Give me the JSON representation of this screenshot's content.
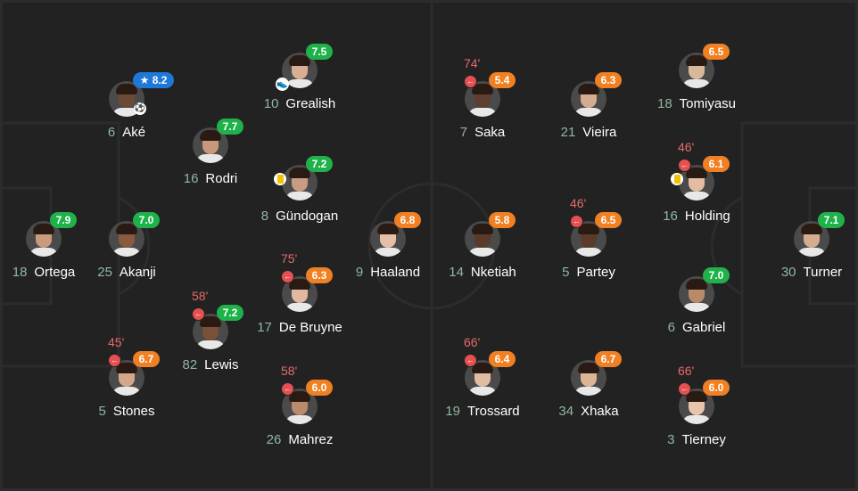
{
  "pitch": {
    "line_color": "#2c2c2c",
    "bg_color": "#222222"
  },
  "home": [
    {
      "num": "18",
      "name": "Ortega",
      "rating": "7.9",
      "color": "green",
      "skin": "#c99a7c"
    },
    {
      "num": "6",
      "name": "Aké",
      "rating": "8.2",
      "color": "blue",
      "star": true,
      "event": "goal",
      "skin": "#6d4a36"
    },
    {
      "num": "25",
      "name": "Akanji",
      "rating": "7.0",
      "color": "green",
      "skin": "#8a5a40"
    },
    {
      "num": "5",
      "name": "Stones",
      "rating": "6.7",
      "color": "orange",
      "sub": "45'",
      "skin": "#d3a88a"
    },
    {
      "num": "16",
      "name": "Rodri",
      "rating": "7.7",
      "color": "green",
      "skin": "#c9987a"
    },
    {
      "num": "82",
      "name": "Lewis",
      "rating": "7.2",
      "color": "green",
      "sub": "58'",
      "skin": "#7a5038"
    },
    {
      "num": "10",
      "name": "Grealish",
      "rating": "7.5",
      "color": "green",
      "assist": true,
      "skin": "#d8ae92"
    },
    {
      "num": "8",
      "name": "Gündogan",
      "rating": "7.2",
      "color": "green",
      "yellow": true,
      "skin": "#c79c80"
    },
    {
      "num": "17",
      "name": "De Bruyne",
      "rating": "6.3",
      "color": "orange",
      "sub": "75'",
      "skin": "#e2b8a0"
    },
    {
      "num": "26",
      "name": "Mahrez",
      "rating": "6.0",
      "color": "orange",
      "sub": "58'",
      "skin": "#b98a6c"
    },
    {
      "num": "9",
      "name": "Haaland",
      "rating": "6.8",
      "color": "orange",
      "skin": "#e6c0a6"
    }
  ],
  "away": [
    {
      "num": "30",
      "name": "Turner",
      "rating": "7.1",
      "color": "green",
      "skin": "#d6ac90"
    },
    {
      "num": "18",
      "name": "Tomiyasu",
      "rating": "6.5",
      "color": "orange",
      "skin": "#d8b898"
    },
    {
      "num": "16",
      "name": "Holding",
      "rating": "6.1",
      "color": "orange",
      "sub": "46'",
      "yellow": true,
      "skin": "#e4bca2"
    },
    {
      "num": "6",
      "name": "Gabriel",
      "rating": "7.0",
      "color": "green",
      "skin": "#b98a6a"
    },
    {
      "num": "3",
      "name": "Tierney",
      "rating": "6.0",
      "color": "orange",
      "sub": "66'",
      "skin": "#e8c4aa"
    },
    {
      "num": "21",
      "name": "Vieira",
      "rating": "6.3",
      "color": "orange",
      "skin": "#d4ac90"
    },
    {
      "num": "5",
      "name": "Partey",
      "rating": "6.5",
      "color": "orange",
      "sub": "46'",
      "skin": "#5a3a28"
    },
    {
      "num": "34",
      "name": "Xhaka",
      "rating": "6.7",
      "color": "orange",
      "skin": "#dcb496"
    },
    {
      "num": "7",
      "name": "Saka",
      "rating": "5.4",
      "color": "orange",
      "sub": "74'",
      "skin": "#5e3e2c"
    },
    {
      "num": "14",
      "name": "Nketiah",
      "rating": "5.8",
      "color": "orange",
      "skin": "#5a3a2a"
    },
    {
      "num": "19",
      "name": "Trossard",
      "rating": "6.4",
      "color": "orange",
      "sub": "66'",
      "skin": "#e0bca2"
    }
  ],
  "icons": {
    "star": "star-icon",
    "sub": "substitution-icon",
    "goal": "ball-icon",
    "assist": "boot-icon",
    "yellow": "yellow-card-icon"
  }
}
